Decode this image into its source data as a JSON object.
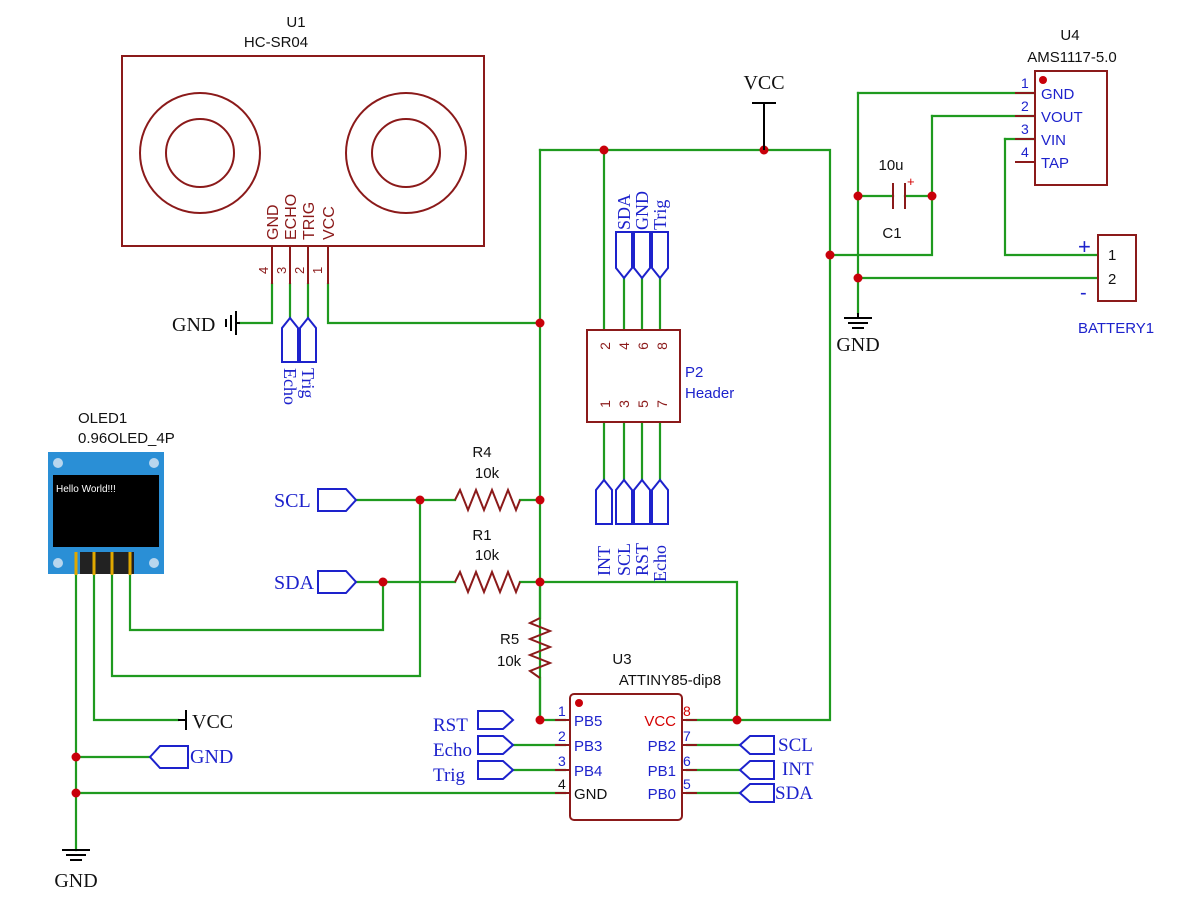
{
  "supply": {
    "vcc_top": "VCC",
    "vcc_oled": "VCC",
    "gnd_u1": "GND",
    "gnd_u4": "GND",
    "gnd_bottom": "GND",
    "gnd_flag_oled": "GND"
  },
  "u1": {
    "ref": "U1",
    "value": "HC-SR04",
    "pins": [
      "GND",
      "ECHO",
      "TRIG",
      "VCC"
    ],
    "pin_numbers": [
      "4",
      "3",
      "2",
      "1"
    ],
    "flags": [
      "Echo",
      "Trig"
    ]
  },
  "u4": {
    "ref": "U4",
    "value": "AMS1117-5.0",
    "pin_numbers": [
      "1",
      "2",
      "3",
      "4"
    ],
    "pins": [
      "GND",
      "VOUT",
      "VIN",
      "TAP"
    ]
  },
  "c1": {
    "ref": "C1",
    "value": "10u",
    "plus": "+"
  },
  "battery": {
    "ref": "BATTERY1",
    "pin_numbers": [
      "1",
      "2"
    ],
    "plus": "+",
    "minus": "-"
  },
  "p2": {
    "ref": "P2",
    "value": "Header",
    "top_pins": [
      "2",
      "4",
      "6",
      "8"
    ],
    "bottom_pins": [
      "1",
      "3",
      "5",
      "7"
    ],
    "top_flags": [
      "SDA",
      "GND",
      "Trig"
    ],
    "bottom_flags": [
      "INT",
      "SCL",
      "RST",
      "Echo"
    ]
  },
  "oled": {
    "ref": "OLED1",
    "value": "0.96OLED_4P",
    "screen_text": "Hello World!!!"
  },
  "r4": {
    "ref": "R4",
    "value": "10k"
  },
  "r1": {
    "ref": "R1",
    "value": "10k"
  },
  "r5": {
    "ref": "R5",
    "value": "10k"
  },
  "net_flags": {
    "scl": "SCL",
    "sda": "SDA"
  },
  "u3": {
    "ref": "U3",
    "value": "ATTINY85-dip8",
    "left_numbers": [
      "1",
      "2",
      "3",
      "4"
    ],
    "left_pins": [
      "PB5",
      "PB3",
      "PB4",
      "GND"
    ],
    "right_numbers": [
      "8",
      "7",
      "6",
      "5"
    ],
    "right_pins": [
      "VCC",
      "PB2",
      "PB1",
      "PB0"
    ],
    "left_flags": [
      "RST",
      "Echo",
      "Trig"
    ],
    "right_flags": [
      "SCL",
      "INT",
      "SDA"
    ]
  }
}
